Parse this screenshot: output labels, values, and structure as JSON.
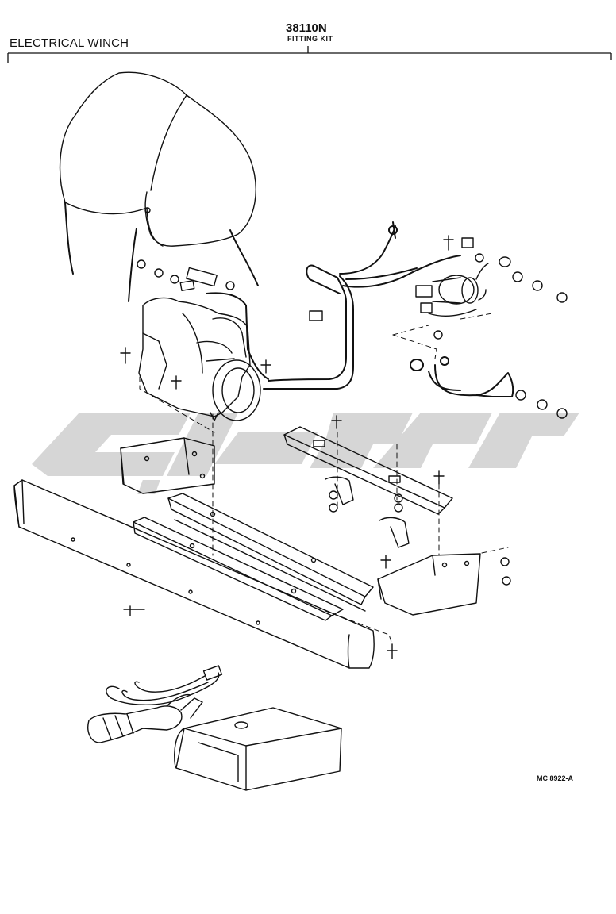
{
  "header": {
    "section_title": "ELECTRICAL WINCH",
    "part_number": "38110N",
    "part_name": "FITTING KIT"
  },
  "diagram": {
    "reference_code": "MC 8922-A",
    "colors": {
      "line": "#111111",
      "watermark": "#cfcfcf",
      "background": "#ffffff"
    }
  }
}
